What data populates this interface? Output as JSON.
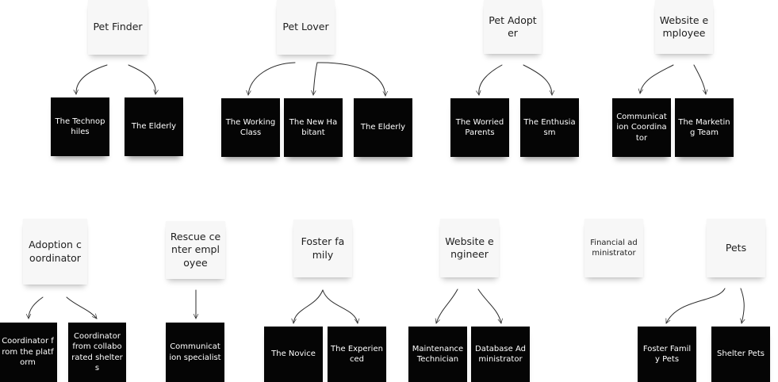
{
  "parents": {
    "pet_finder": "Pet Finder",
    "pet_lover": "Pet Lover",
    "pet_adopter": "Pet Adopter",
    "website_employee": "Website employee",
    "adoption_coordinator": "Adoption coordinator",
    "rescue_center_employee": "Rescue center employee",
    "foster_family": "Foster family",
    "website_engineer": "Website engineer",
    "financial_administrator": "Financial administrator",
    "pets": "Pets"
  },
  "children": {
    "technophiles": "The Technophiles",
    "elderly_1": "The Elderly",
    "working_class": "The Working Class",
    "new_habitant": "The New Habitant",
    "elderly_2": "The Elderly",
    "worried_parents": "The Worried Parents",
    "enthusiasm": "The Enthusiasm",
    "communication_coordinator": "Communication Coordinator",
    "marketing_team": "The Marketing Team",
    "coordinator_platform": "Coordinator from the platform",
    "coordinator_shelters": "Coordinator from collaborated shelters",
    "communication_specialist": "Communication specialist",
    "novice": "The Novice",
    "experienced": "The Experienced",
    "maintenance_technician": "Maintenance Technician",
    "database_administrator": "Database Administrator",
    "foster_family_pets": "Foster Family Pets",
    "shelter_pets": "Shelter Pets"
  }
}
